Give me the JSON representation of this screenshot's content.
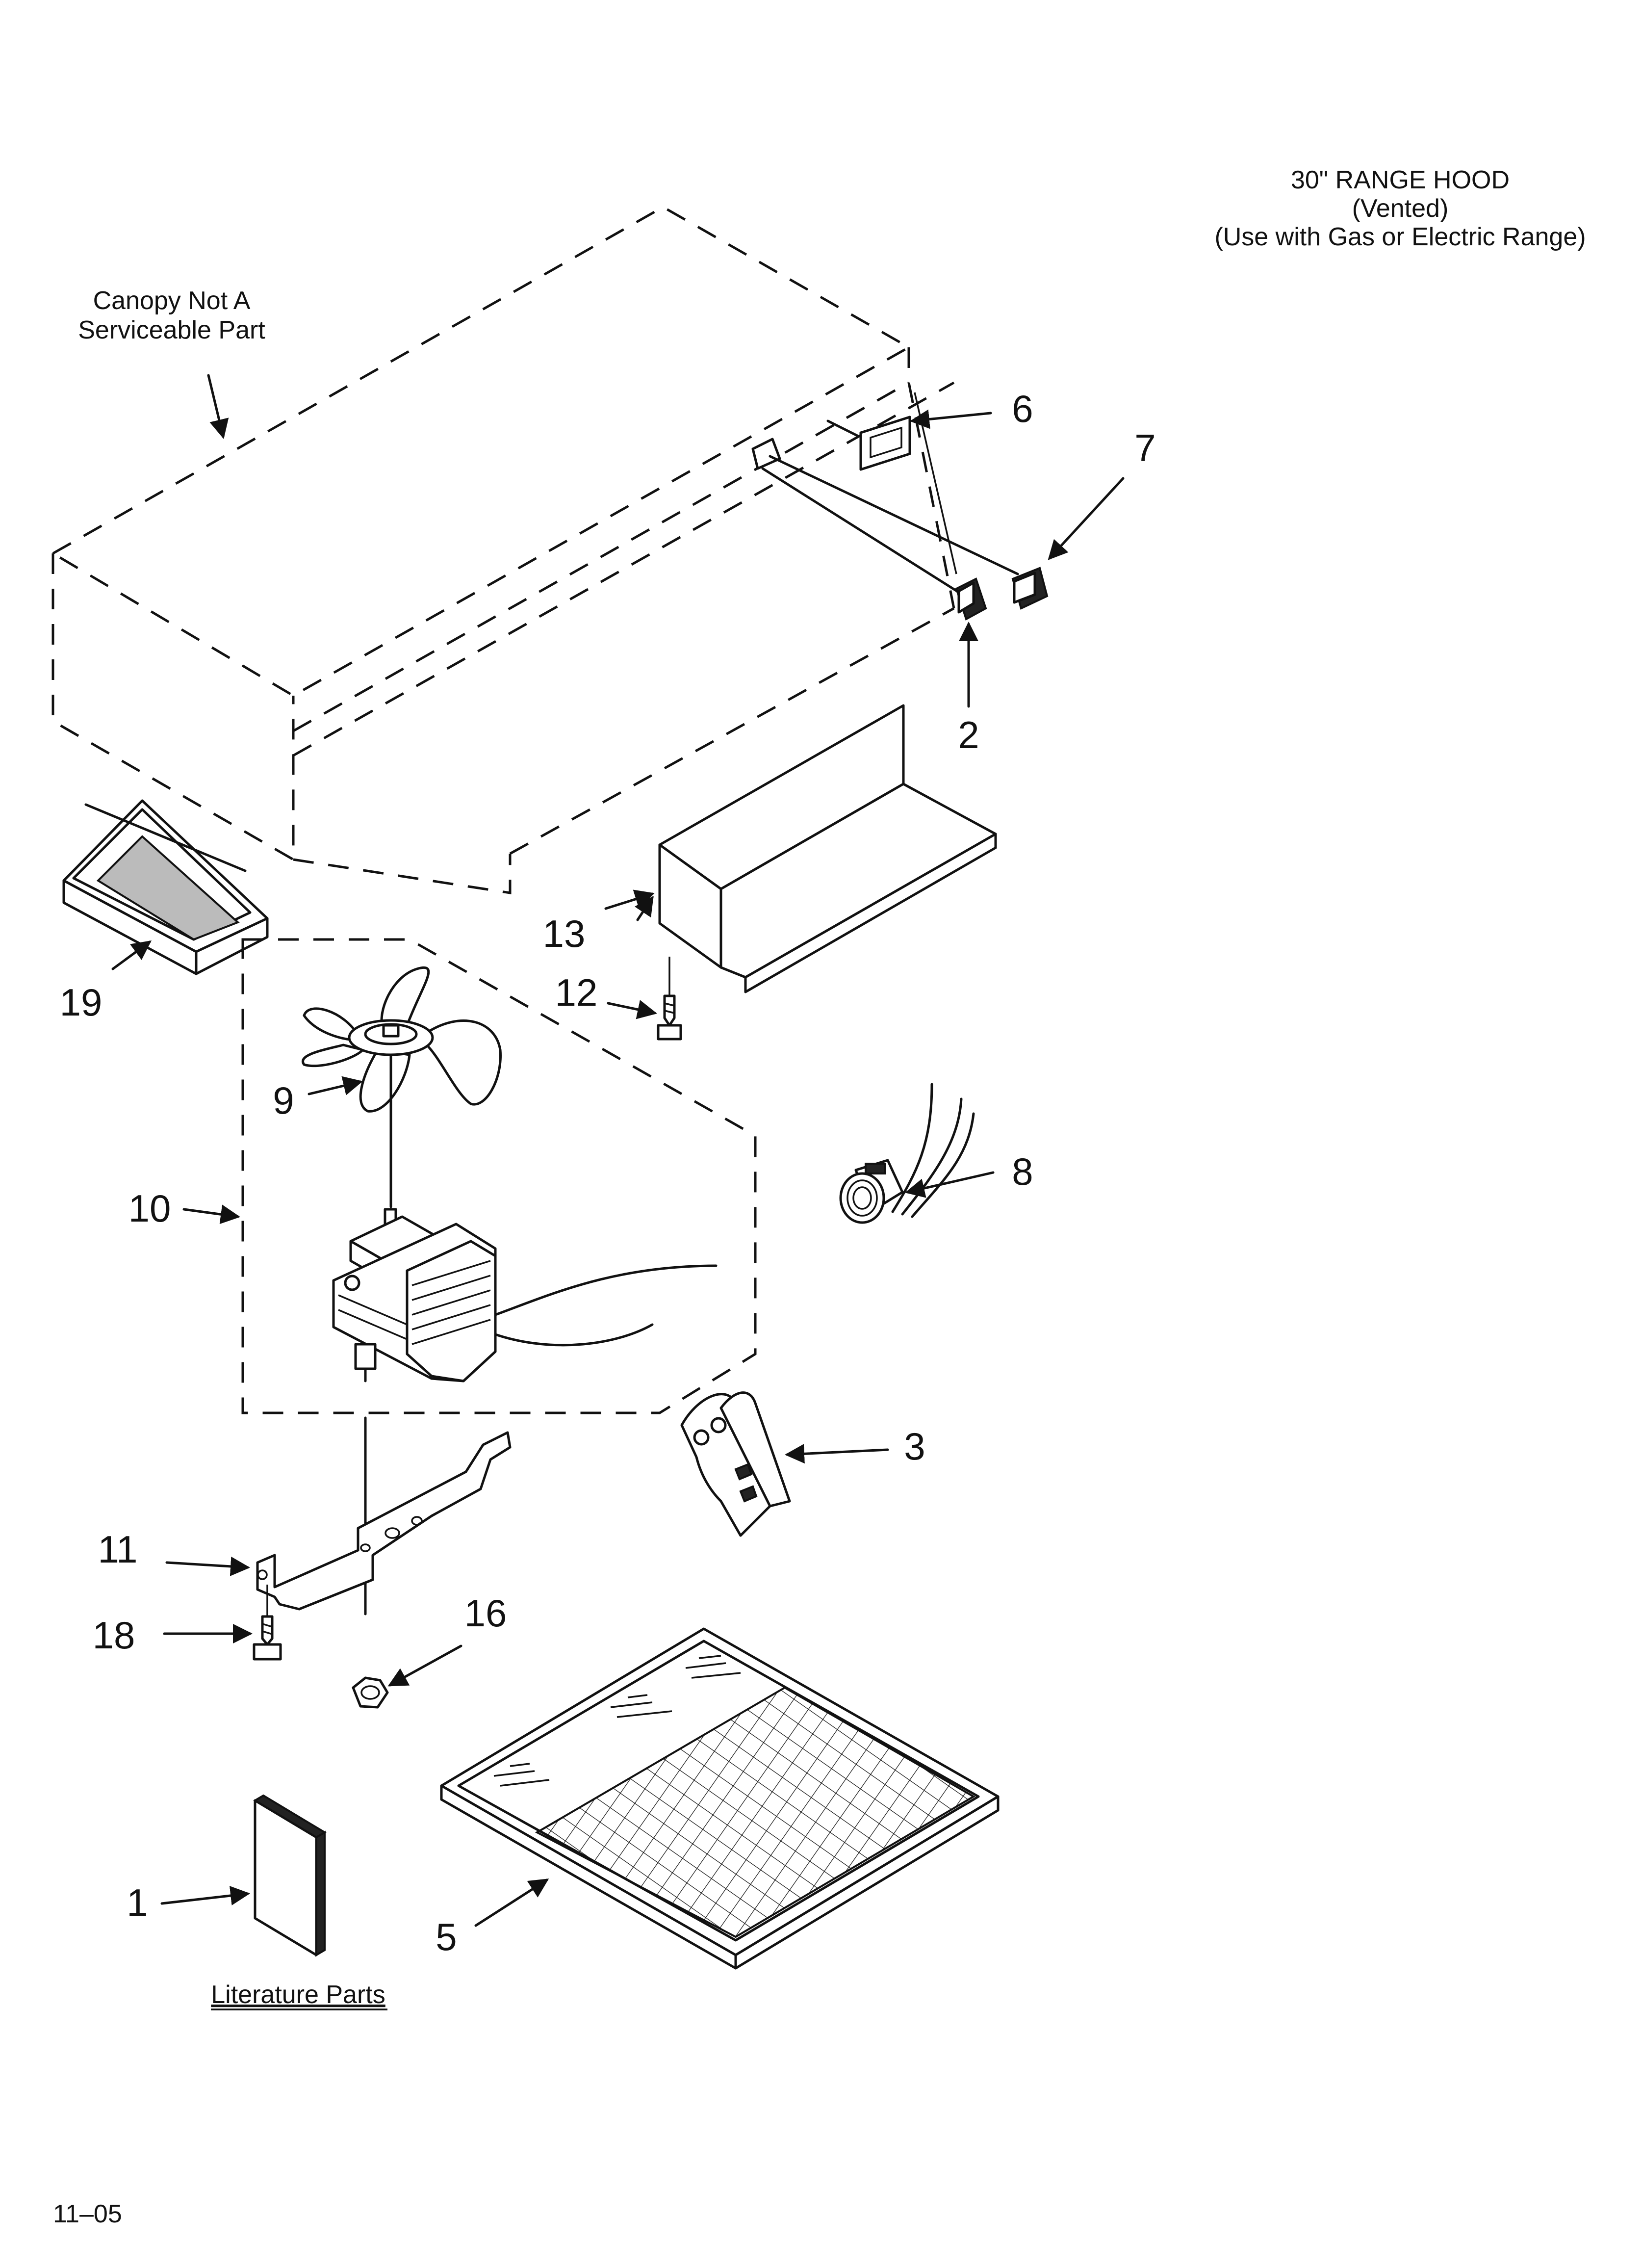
{
  "title": {
    "line1": "30\" RANGE HOOD",
    "line2": "(Vented)",
    "line3": "(Use with Gas or Electric Range)"
  },
  "canopy_note": {
    "line1": "Canopy Not A",
    "line2": "Serviceable Part"
  },
  "literature_label": "Literature Parts",
  "page_code": "11–05",
  "callouts": {
    "c1": "1",
    "c2": "2",
    "c3": "3",
    "c5": "5",
    "c6": "6",
    "c7": "7",
    "c8": "8",
    "c9": "9",
    "c10": "10",
    "c11": "11",
    "c12": "12",
    "c13": "13",
    "c16": "16",
    "c18": "18",
    "c19": "19"
  }
}
